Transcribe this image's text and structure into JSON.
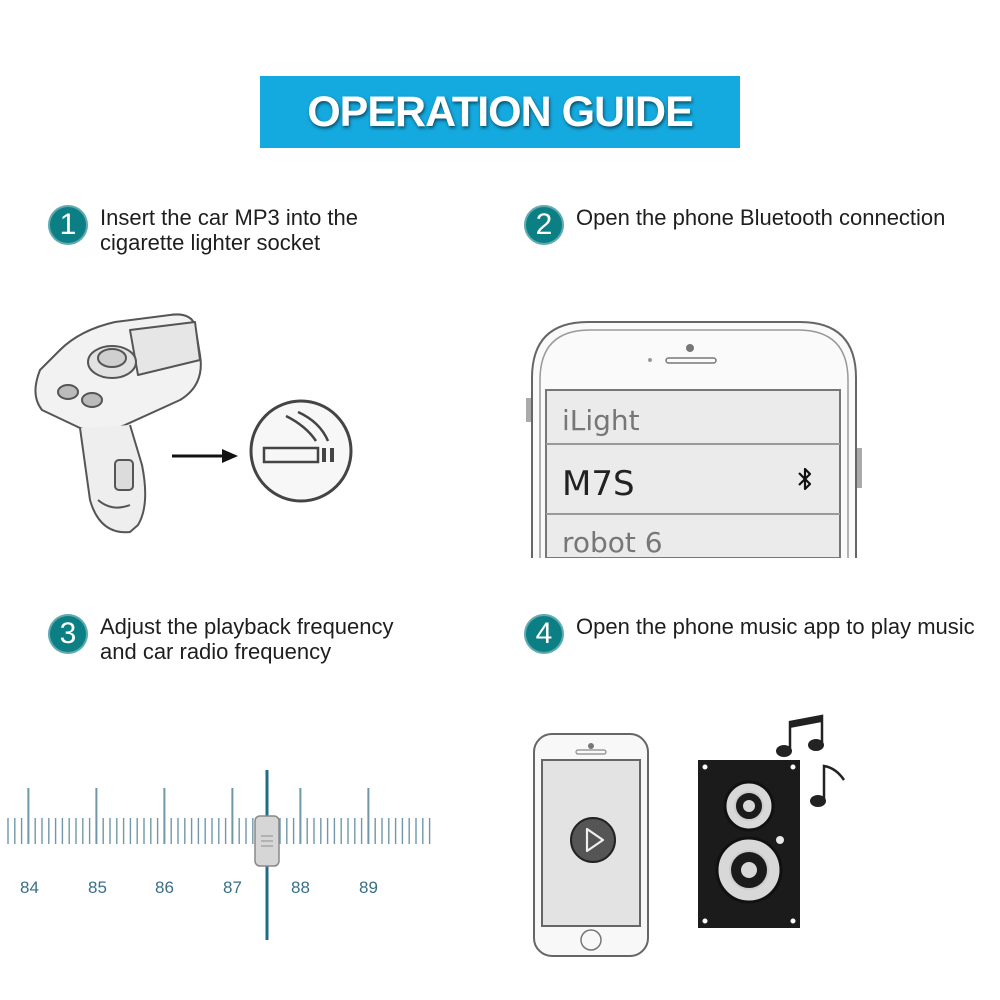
{
  "banner": {
    "title": "OPERATION GUIDE",
    "color": "#14a9df"
  },
  "steps": [
    {
      "number": "1",
      "text": "Insert the car MP3 into the\ncigarette lighter socket"
    },
    {
      "number": "2",
      "text": "Open the phone Bluetooth connection"
    },
    {
      "number": "3",
      "text": "Adjust the playback frequency\nand car radio frequency"
    },
    {
      "number": "4",
      "text": "Open the phone music app to play music"
    }
  ],
  "accent_color": "#0c7f84",
  "bluetooth_list": {
    "items": [
      "iLight",
      "M7S",
      "robot 6"
    ],
    "connected_icon": "bluetooth-icon"
  },
  "radio_dial": {
    "labels": [
      "84",
      "85",
      "86",
      "87",
      "88",
      "89"
    ]
  },
  "icons": [
    "car-mp3-device-icon",
    "arrow-right-icon",
    "cigarette-lighter-icon",
    "bluetooth-icon",
    "play-icon",
    "speaker-icon",
    "music-note-icon"
  ]
}
